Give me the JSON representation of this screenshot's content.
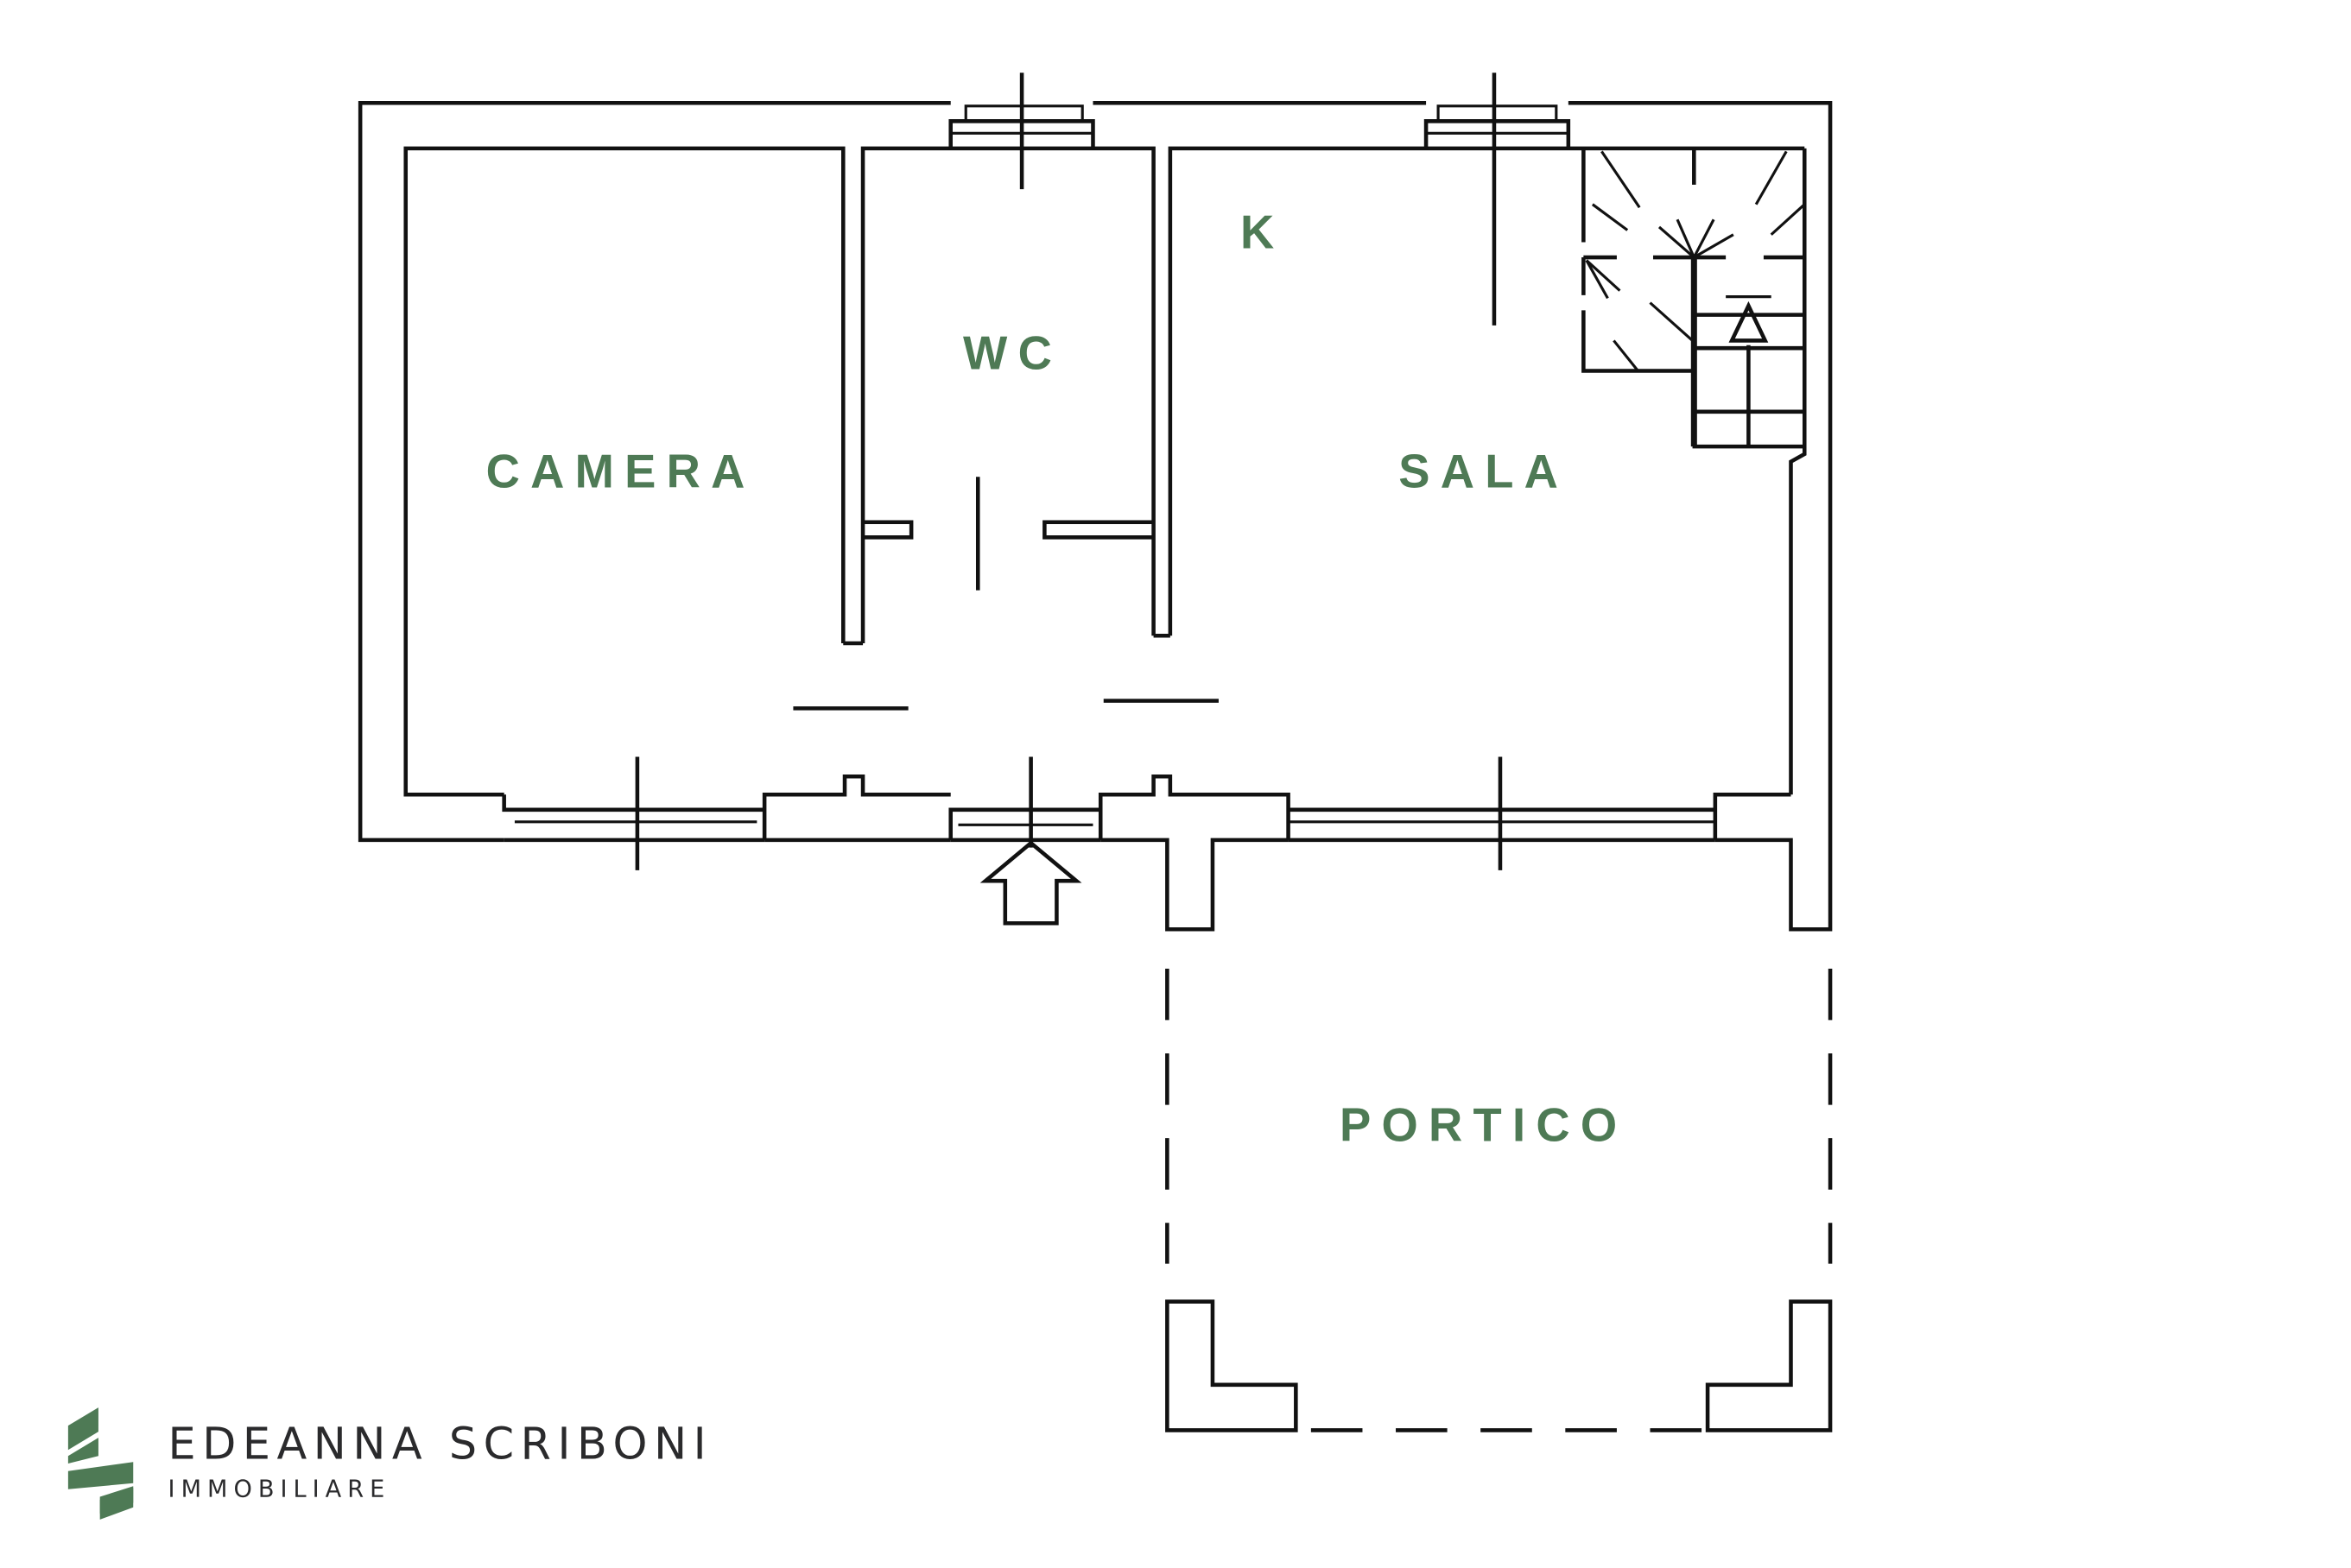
{
  "rooms": {
    "camera": "CAMERA",
    "wc": "WC",
    "kitchen": "K",
    "sala": "SALA",
    "portico": "PORTICO"
  },
  "brand": {
    "name": "EDEANNA SCRIBONI",
    "tagline": "IMMOBILIARE"
  },
  "colors": {
    "label_green": "#4e7a55",
    "wall": "#111111",
    "brand_text": "#2a2a2c"
  }
}
